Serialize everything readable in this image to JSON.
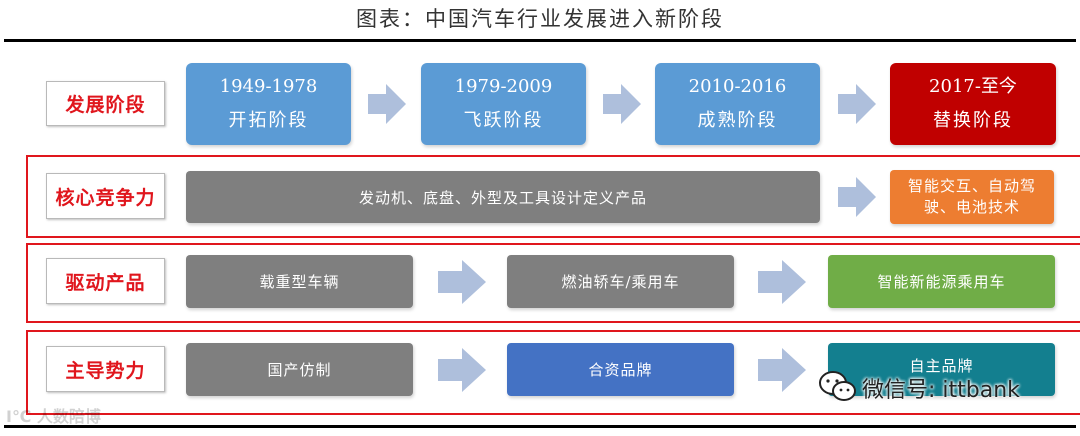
{
  "title": "图表：中国汽车行业发展进入新阶段",
  "rows": {
    "stages": {
      "label": "发展阶段",
      "items": [
        {
          "years": "1949-1978",
          "name": "开拓阶段"
        },
        {
          "years": "1979-2009",
          "name": "飞跃阶段"
        },
        {
          "years": "2010-2016",
          "name": "成熟阶段"
        },
        {
          "years": "2017-至今",
          "name": "替换阶段"
        }
      ]
    },
    "core": {
      "label": "核心竞争力",
      "old": "发动机、底盘、外型及工具设计定义产品",
      "new_line1": "智能交互、自动驾",
      "new_line2": "驶、电池技术"
    },
    "products": {
      "label": "驱动产品",
      "items": [
        "载重型车辆",
        "燃油轿车/乘用车",
        "智能新能源乘用车"
      ]
    },
    "forces": {
      "label": "主导势力",
      "items": [
        "国产仿制",
        "合资品牌",
        "自主品牌"
      ]
    }
  },
  "watermark": {
    "wechat": "微信号: ittbank",
    "left": "Ⅰ℃ 人数陪博"
  },
  "colors": {
    "stage_blue": "#5b9bd5",
    "stage_red": "#c00000",
    "label_red": "#e0161d",
    "box_gray": "#7f7f7f",
    "box_orange": "#ed7d31",
    "box_green": "#70ad47",
    "box_blue": "#4472c4",
    "box_teal": "#137f8f",
    "arrow": "#aebfdc"
  },
  "icons": {
    "arrow": "right-arrow-icon",
    "wechat": "wechat-icon"
  }
}
